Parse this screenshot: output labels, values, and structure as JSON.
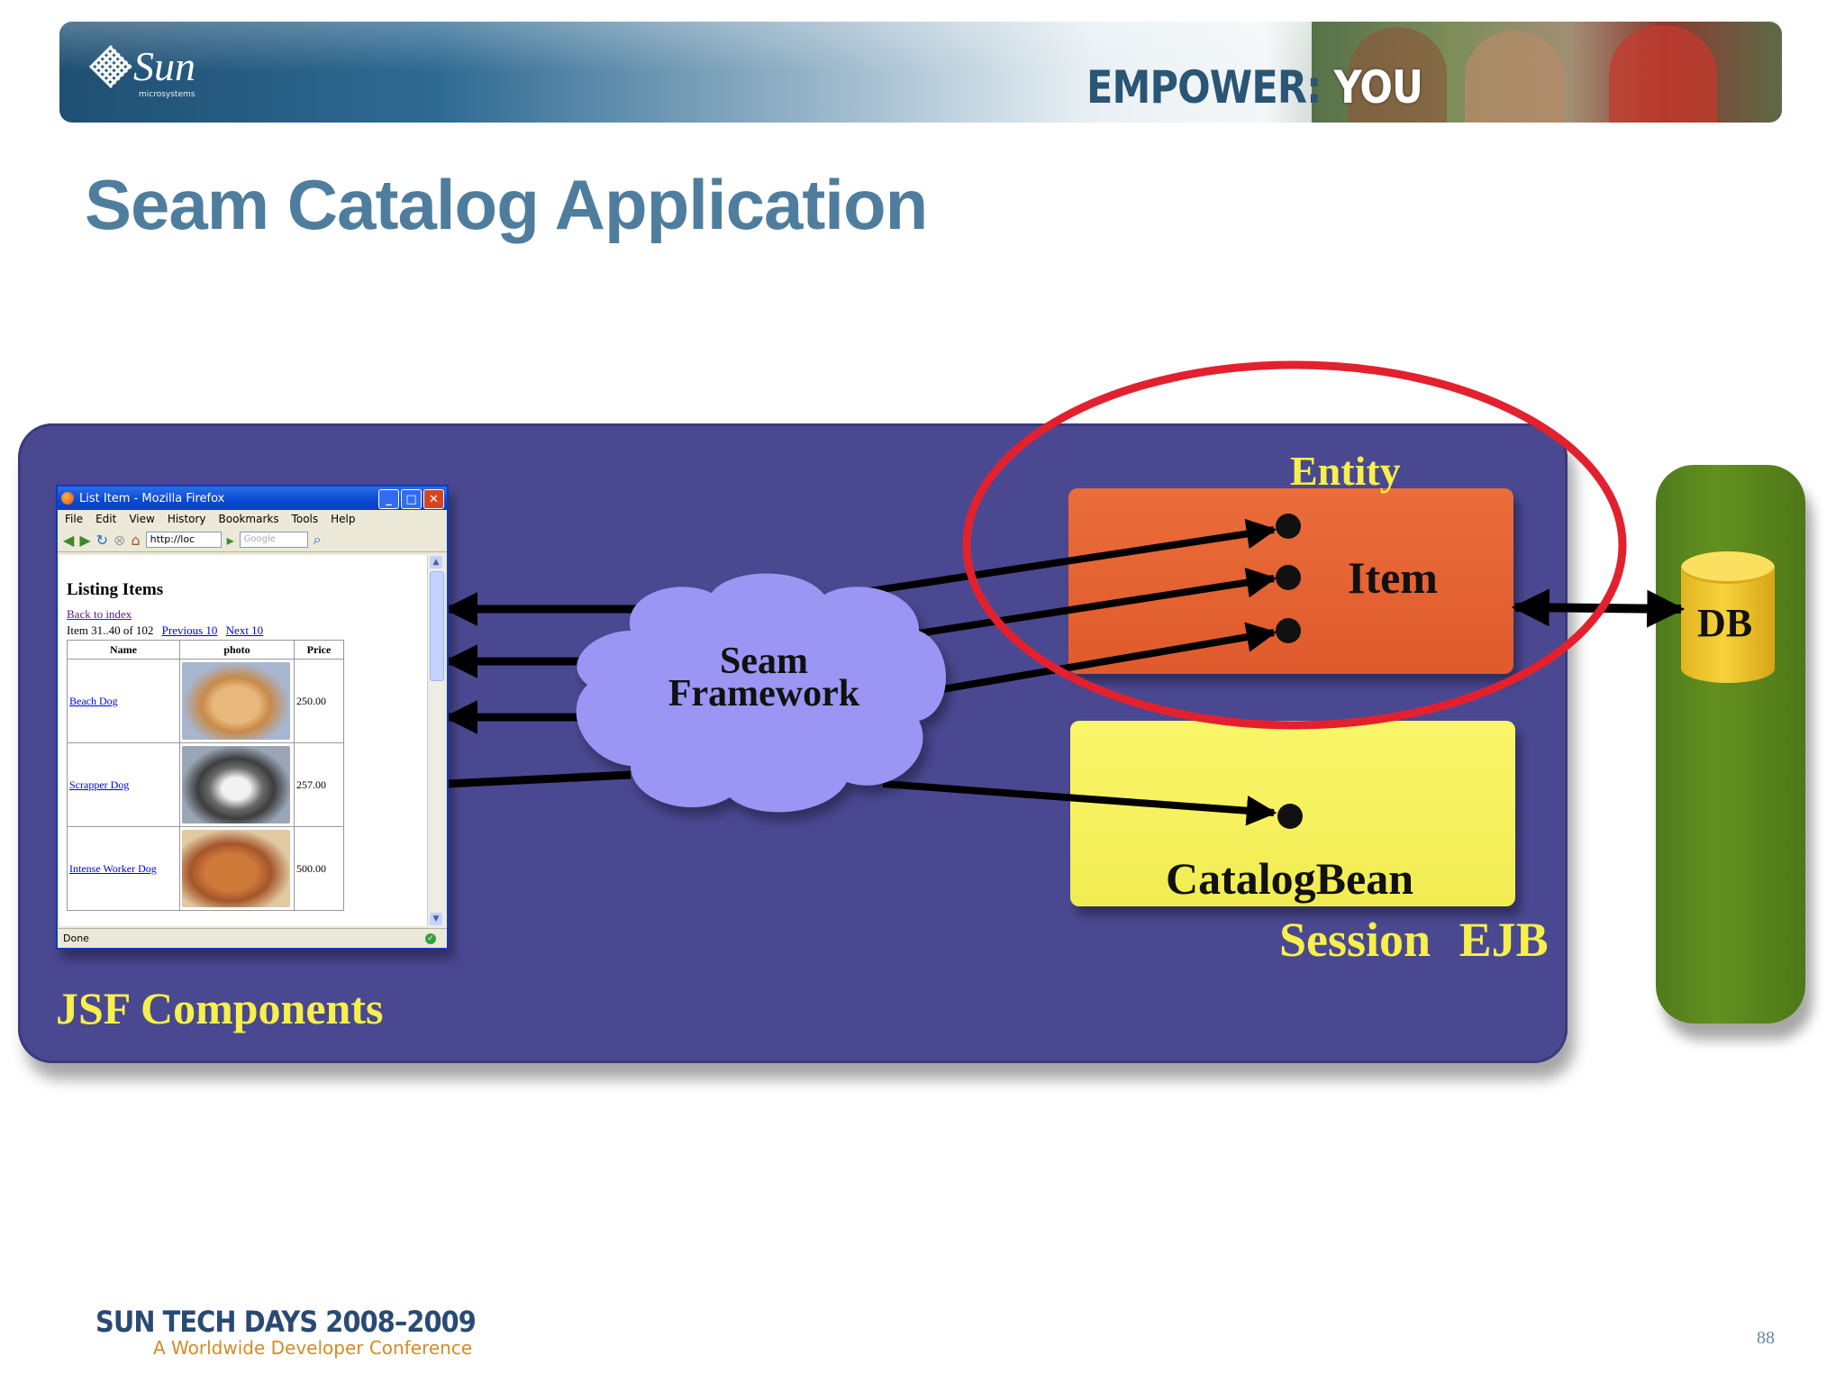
{
  "header": {
    "logo_text": "Sun",
    "logo_subtext": "microsystems",
    "tagline_part1": "EMPOWER:",
    "tagline_part2": "YOU"
  },
  "slide": {
    "title": "Seam Catalog Application",
    "page_number": "88"
  },
  "diagram": {
    "jsf_label": "JSF Components",
    "seam_label_line1": "Seam",
    "seam_label_line2": "Framework",
    "entity_label": "Entity",
    "item_label": "Item",
    "catalogbean_label": "CatalogBean",
    "session_label": "Session EJB",
    "db_label": "DB",
    "colors": {
      "jsf_panel": "#4a4891",
      "entity_box": "#e5612f",
      "session_box": "#f6f25e",
      "db_pillar": "#5b8a1e",
      "cloud": "#9b95f3",
      "highlight_ring": "#e3212e",
      "label_yellow": "#f7f04a"
    }
  },
  "browser": {
    "window_title": "List Item - Mozilla Firefox",
    "menu": [
      "File",
      "Edit",
      "View",
      "History",
      "Bookmarks",
      "Tools",
      "Help"
    ],
    "url": "http://loc",
    "search_placeholder": "Google",
    "page_heading": "Listing Items",
    "back_link": "Back to index",
    "range_text": "Item 31..40 of 102",
    "prev_link": "Previous 10",
    "next_link": "Next 10",
    "columns": [
      "Name",
      "photo",
      "Price"
    ],
    "rows": [
      {
        "name": "Beach Dog",
        "price": "250.00"
      },
      {
        "name": "Scrapper Dog",
        "price": "257.00"
      },
      {
        "name": "Intense Worker Dog",
        "price": "500.00"
      }
    ],
    "status": "Done"
  },
  "footer": {
    "brand": "SUN TECH DAYS 2008–2009",
    "subtitle": "A Worldwide Developer Conference"
  }
}
